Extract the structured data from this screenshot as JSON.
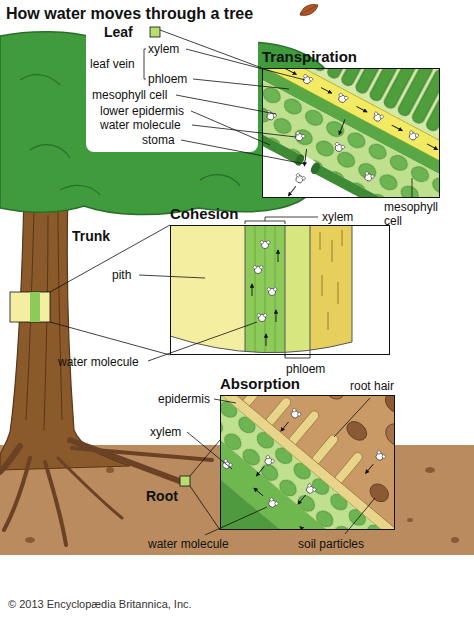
{
  "diagram": {
    "title": "How water moves through a tree",
    "caption": "© 2013 Encyclopædia Britannica, Inc.",
    "nodes": [
      {
        "text": [
          "Transpiration"
        ]
      },
      {
        "text": [
          "Cohesion"
        ]
      },
      {
        "text": [
          "Absorption"
        ]
      }
    ],
    "labels": [
      "Leaf",
      "xylem",
      "leaf vein",
      "phloem",
      "mesophyll cell",
      "lower epidermis",
      "water molecule",
      "stoma",
      "mesophyll cell",
      "xylem",
      "Trunk",
      "pith",
      "water molecule",
      "phloem",
      "root hair",
      "epidermis",
      "xylem",
      "Root",
      "water molecule",
      "soil particles"
    ]
  }
}
